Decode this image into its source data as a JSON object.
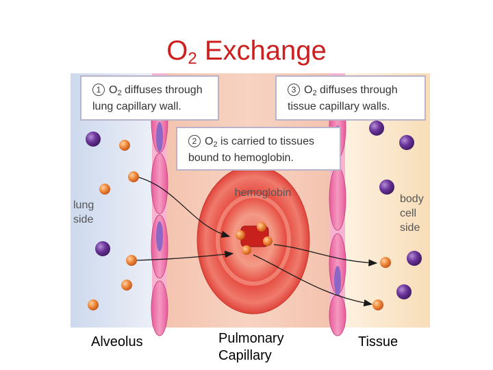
{
  "title": {
    "prefix": "O",
    "subscript": "2",
    "rest": " Exchange"
  },
  "callouts": [
    {
      "number": "1",
      "o2_prefix": "O",
      "o2_sub": "2",
      "line1": " diffuses through",
      "line2": "lung capillary wall."
    },
    {
      "number": "2",
      "o2_prefix": "O",
      "o2_sub": "2",
      "line1": " is carried to tissues",
      "line2": "bound to hemoglobin."
    },
    {
      "number": "3",
      "o2_prefix": "O",
      "o2_sub": "2",
      "line1": " diffuses through",
      "line2": "tissue capillary walls."
    }
  ],
  "hemoglobin_label": "hemoglobin",
  "side_labels": {
    "lung": [
      "lung",
      "side"
    ],
    "body": [
      "body",
      "cell",
      "side"
    ]
  },
  "bottom_labels": {
    "left": "Alveolus",
    "middle": [
      "Pulmonary",
      "Capillary"
    ],
    "right": "Tissue"
  },
  "colors": {
    "title": "#cc1f1f",
    "oxygen": "#e8732a",
    "co2_molecule": "#5b2b8a",
    "capillary_wall": "#e95a9a",
    "plasma": "#f2c9b4",
    "lung_side_bg": "#dde6f4",
    "tissue_side_bg": "#fbe8cc",
    "red_blood_cell": "#e0433a"
  }
}
